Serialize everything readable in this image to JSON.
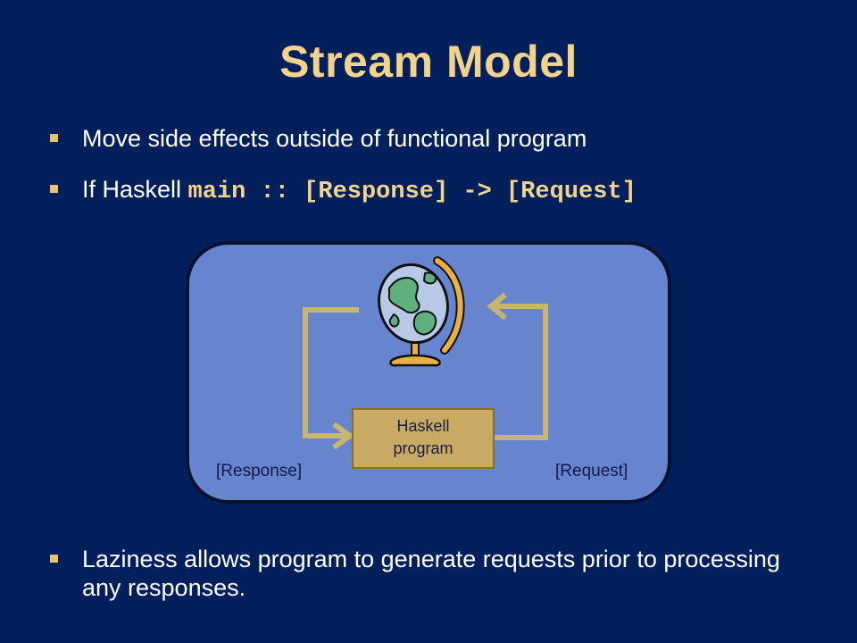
{
  "slide": {
    "title": "Stream Model",
    "bullets": [
      {
        "text": "Move side effects outside of functional program"
      },
      {
        "text_prefix": "If Haskell ",
        "code": "main :: [Response] -> [Request]"
      },
      {
        "text": "Laziness allows program to generate requests prior to processing any responses."
      }
    ]
  },
  "diagram": {
    "box_line1": "Haskell",
    "box_line2": "program",
    "left_label": "[Response]",
    "right_label": "[Request]",
    "icon": "globe-icon"
  },
  "colors": {
    "background": "#03205c",
    "title": "#f2d38c",
    "bullet_marker": "#e8c46a",
    "panel_fill": "#6784cf",
    "arrow": "#c8b56e",
    "program_box": "#c8aa62"
  }
}
